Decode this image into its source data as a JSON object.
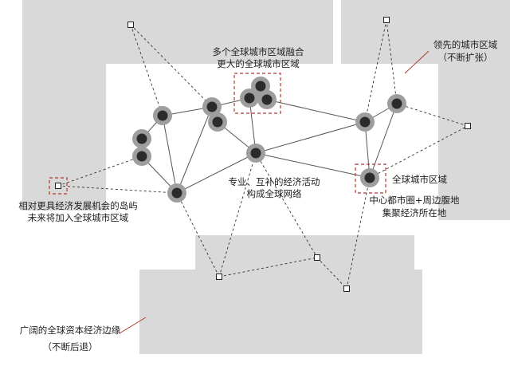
{
  "colors": {
    "background": "#ffffff",
    "region_fill": "#d9d9d9",
    "edge_solid": "#555555",
    "edge_dashed": "#333333",
    "node_ring": "#9e9e9e",
    "node_core": "#2b2b2b",
    "highlight_box": "#b03a2e",
    "callout_line": "#b03a2e",
    "text": "#222222"
  },
  "icons": {
    "global_city_node": "gray-ring-dark-core-circle",
    "island_node": "small-open-square"
  },
  "labels": {
    "merged_line1": "多个全球城市区域融合",
    "merged_line2": "更大的全球城市区域",
    "leading_line1": "领先的城市区域",
    "leading_line2": "（不断扩张）",
    "specialized_line1": "专业、互补的经济活动",
    "specialized_line2": "构成全球网络",
    "global_region": "全球城市区域",
    "core_line1": "中心都市圈+周边腹地",
    "core_line2": "集聚经济所在地",
    "islands_line1": "相对更具经济发展机会的岛屿",
    "islands_line2": "未来将加入全球城市区域",
    "margin_line1": "广阔的全球资本经济边缘",
    "margin_line2": "（不断后退）"
  }
}
